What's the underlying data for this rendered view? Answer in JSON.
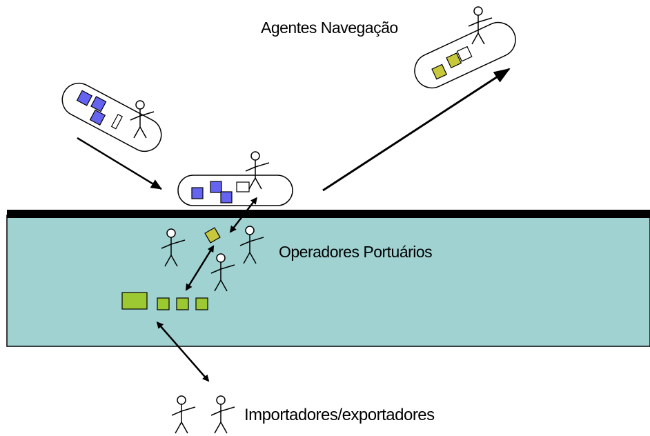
{
  "labels": {
    "navigation_agents": "Agentes Navegação",
    "port_operators": "Operadores Portuários",
    "importers_exporters": "Importadores/exportadores"
  },
  "colors": {
    "water": "#a0d2d2",
    "quay": "#000000",
    "container_blue": "#6464f0",
    "container_yellow": "#c8c83c",
    "container_green": "#9cc832",
    "container_empty": "#ffffff"
  }
}
